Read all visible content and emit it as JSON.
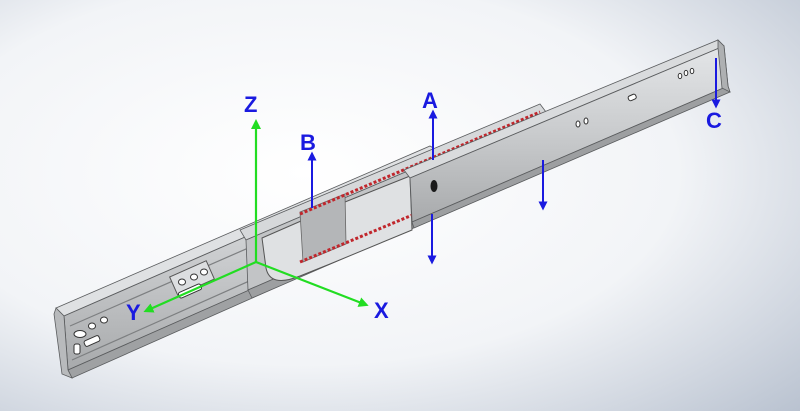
{
  "colors": {
    "background_light": "#ffffff",
    "background_dark": "#b9c2d0",
    "rail_body": "#c9cbcd",
    "rail_dark": "#8e9092",
    "rail_edge": "#5a5c5e",
    "bearing_red": "#c0262c",
    "axis_green": "#22dd22",
    "axis_label_blue": "#1a1ae0",
    "arrow_blue": "#1a1ae0"
  },
  "axes": {
    "x_label": "X",
    "y_label": "Y",
    "z_label": "Z"
  },
  "markers": {
    "a_label": "A",
    "b_label": "B",
    "c_label": "C"
  }
}
